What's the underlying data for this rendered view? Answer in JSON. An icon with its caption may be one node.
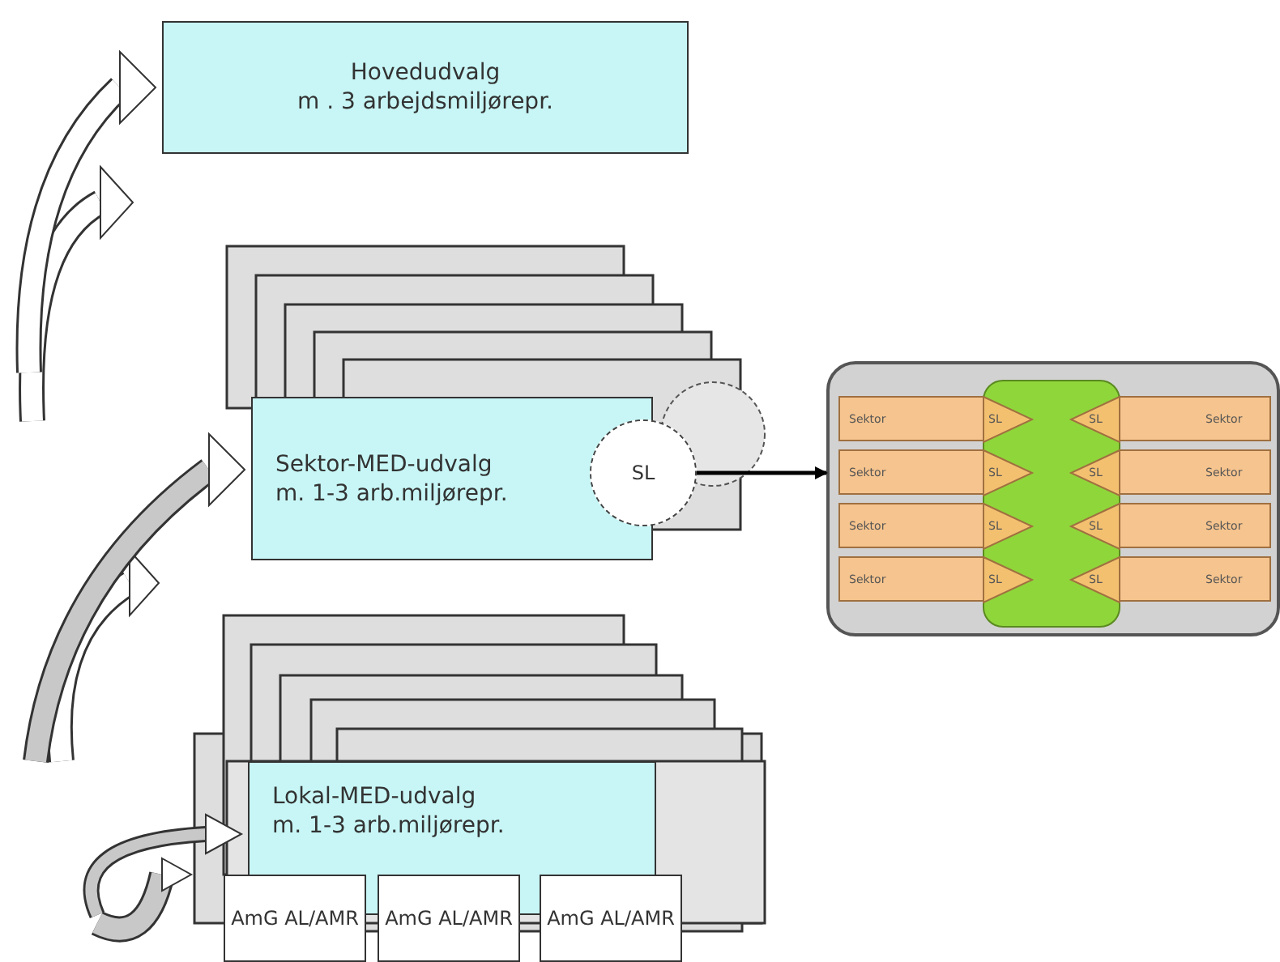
{
  "diagram": {
    "nodes": [
      {
        "text": [
          "Hovedudvalg",
          "m . 3 arbejdsmiljørepr."
        ]
      },
      {
        "text": [
          "Sektor-MED-udvalg",
          "m. 1-3 arb.miljørepr."
        ]
      },
      {
        "text": [
          "SL"
        ]
      },
      {
        "text": [],
        "shape": "box"
      },
      {
        "text": [
          "Lokal-MED-udvalg",
          "m. 1-3 arb.miljørepr."
        ]
      },
      {
        "text": [
          "AmG AL/AMR"
        ]
      },
      {
        "text": [
          "AmG AL/AMR"
        ]
      },
      {
        "text": [
          "AmG AL/AMR"
        ]
      }
    ],
    "edges": [
      {
        "from": 2,
        "to": 3,
        "arrow": "to"
      },
      {
        "from": null,
        "to": 0,
        "arrow": "to"
      },
      {
        "from": null,
        "to": 1,
        "arrow": "to"
      },
      {
        "from": null,
        "to": 4,
        "arrow": "to"
      }
    ],
    "labels": [
      "Sektor",
      "SL",
      "SL",
      "Sektor",
      "Sektor",
      "SL",
      "SL",
      "Sektor",
      "Sektor",
      "SL",
      "SL",
      "Sektor",
      "Sektor",
      "SL",
      "SL",
      "Sektor"
    ]
  }
}
